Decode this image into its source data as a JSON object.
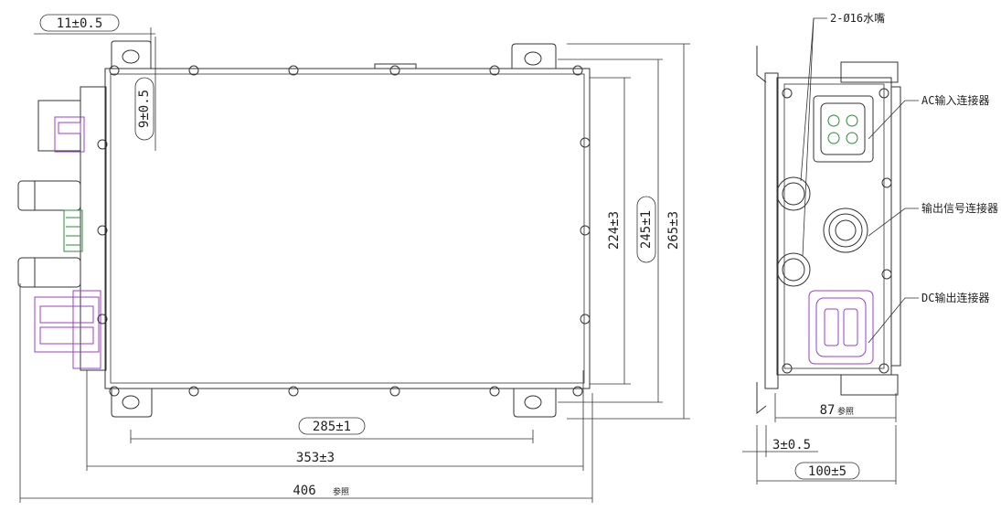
{
  "drawing": {
    "dimensions": {
      "d_11": "11±0.5",
      "d_9": "9±0.5",
      "d_285": "285±1",
      "d_353": "353±3",
      "d_406": "406",
      "d_406_ref": "参照",
      "d_224": "224±3",
      "d_245": "245±1",
      "d_265": "265±3",
      "d_87": "87",
      "d_87_ref": "参照",
      "d_3": "3±0.5",
      "d_100": "100±5"
    },
    "callouts": {
      "water_nozzle": "2-Ø16水嘴",
      "ac_connector": "AC输入连接器",
      "signal_connector": "输出信号连接器",
      "dc_connector": "DC输出连接器"
    },
    "colors": {
      "line": "#333333",
      "purple": "#9b3fc9",
      "green": "#2e8b3a"
    }
  }
}
